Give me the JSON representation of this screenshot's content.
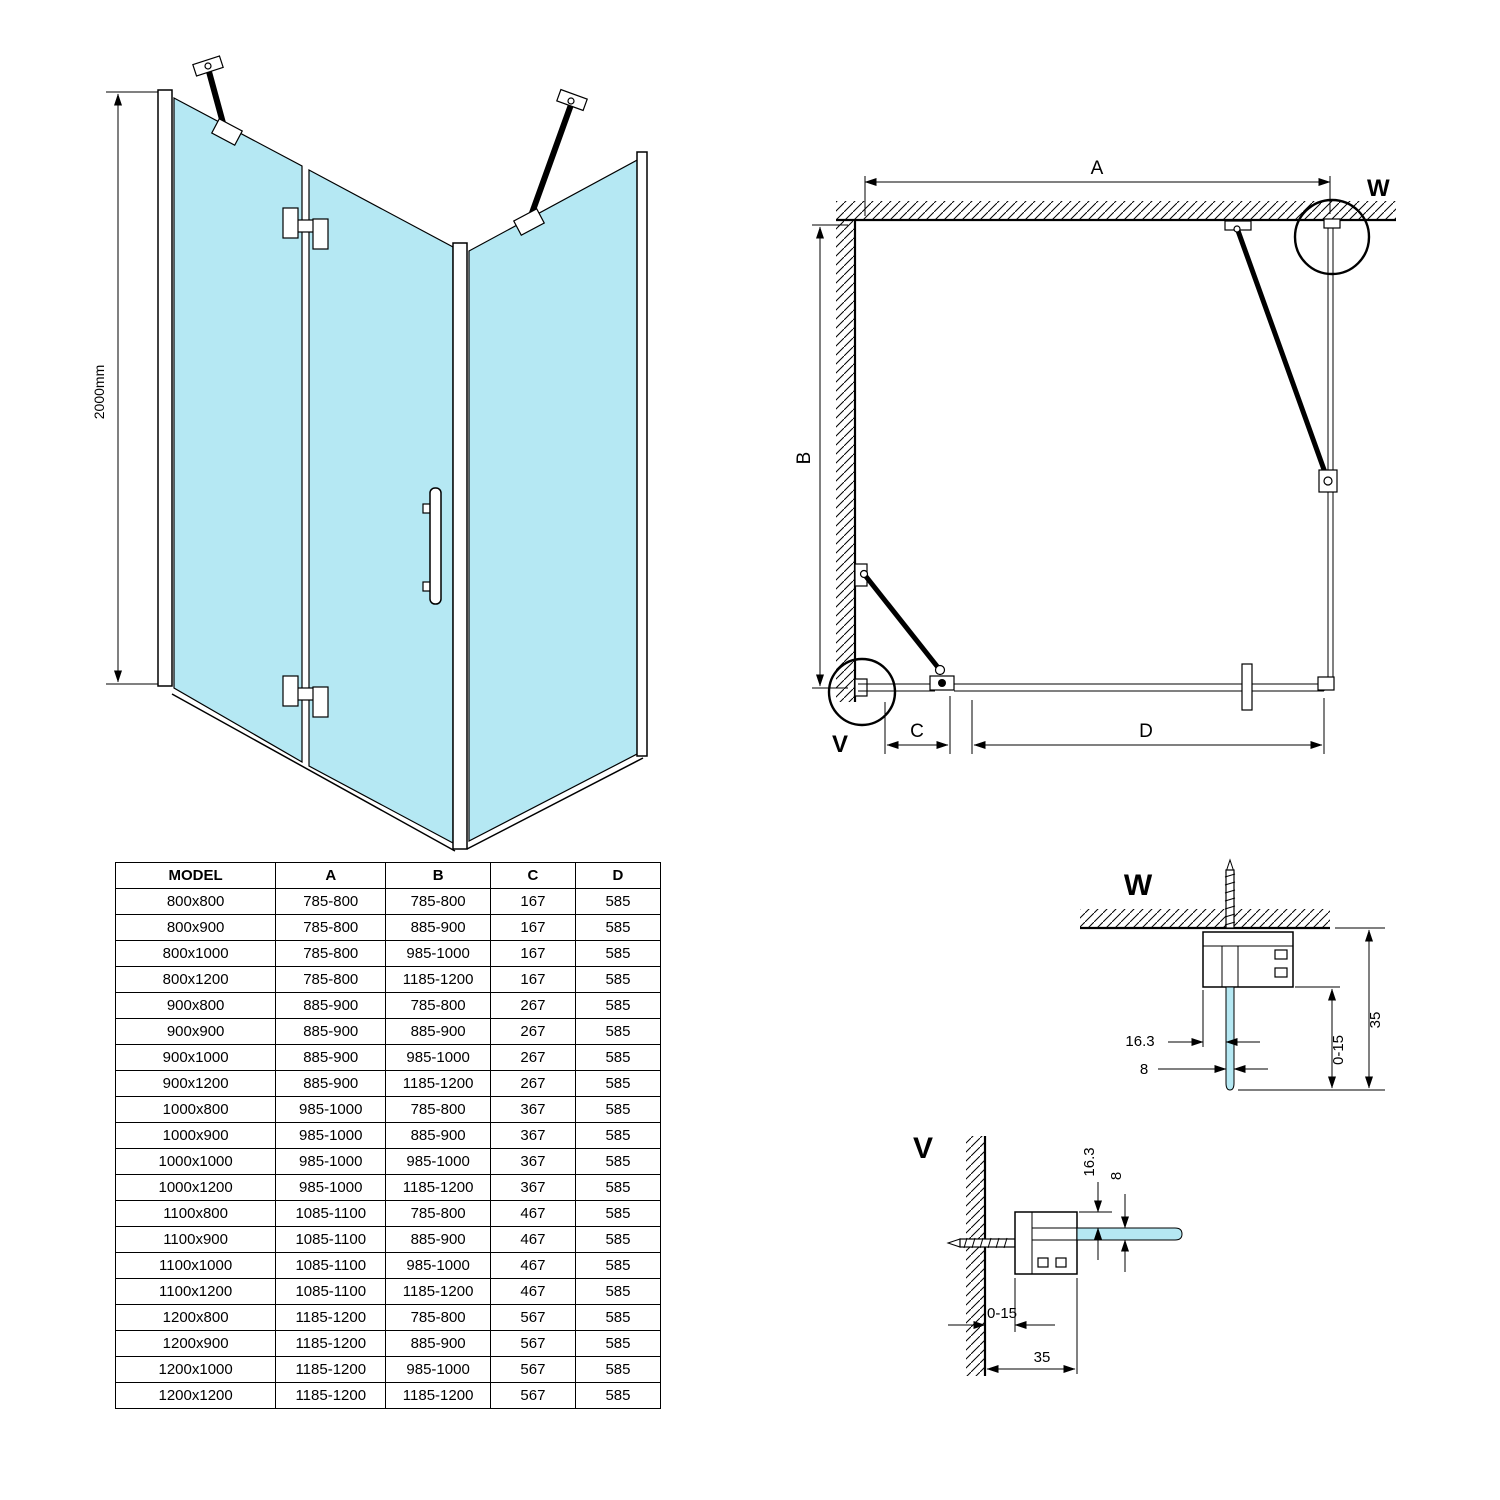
{
  "colors": {
    "glass": "#b5e8f3",
    "line": "#000000"
  },
  "iso_view": {
    "height_label": "2000mm"
  },
  "plan_view": {
    "dim_a": "A",
    "dim_b": "B",
    "dim_c": "C",
    "dim_d": "D",
    "detail_w_label": "W",
    "detail_v_label": "V"
  },
  "detail_w": {
    "title": "W",
    "glass_offset": "16.3",
    "glass_thickness": "8",
    "adjust_range": "0-15",
    "profile_height": "35"
  },
  "detail_v": {
    "title": "V",
    "glass_offset": "16.3",
    "glass_thickness": "8",
    "adjust_range": "0-15",
    "profile_height": "35"
  },
  "table": {
    "headers": [
      "MODEL",
      "A",
      "B",
      "C",
      "D"
    ],
    "rows": [
      [
        "800x800",
        "785-800",
        "785-800",
        "167",
        "585"
      ],
      [
        "800x900",
        "785-800",
        "885-900",
        "167",
        "585"
      ],
      [
        "800x1000",
        "785-800",
        "985-1000",
        "167",
        "585"
      ],
      [
        "800x1200",
        "785-800",
        "1185-1200",
        "167",
        "585"
      ],
      [
        "900x800",
        "885-900",
        "785-800",
        "267",
        "585"
      ],
      [
        "900x900",
        "885-900",
        "885-900",
        "267",
        "585"
      ],
      [
        "900x1000",
        "885-900",
        "985-1000",
        "267",
        "585"
      ],
      [
        "900x1200",
        "885-900",
        "1185-1200",
        "267",
        "585"
      ],
      [
        "1000x800",
        "985-1000",
        "785-800",
        "367",
        "585"
      ],
      [
        "1000x900",
        "985-1000",
        "885-900",
        "367",
        "585"
      ],
      [
        "1000x1000",
        "985-1000",
        "985-1000",
        "367",
        "585"
      ],
      [
        "1000x1200",
        "985-1000",
        "1185-1200",
        "367",
        "585"
      ],
      [
        "1100x800",
        "1085-1100",
        "785-800",
        "467",
        "585"
      ],
      [
        "1100x900",
        "1085-1100",
        "885-900",
        "467",
        "585"
      ],
      [
        "1100x1000",
        "1085-1100",
        "985-1000",
        "467",
        "585"
      ],
      [
        "1100x1200",
        "1085-1100",
        "1185-1200",
        "467",
        "585"
      ],
      [
        "1200x800",
        "1185-1200",
        "785-800",
        "567",
        "585"
      ],
      [
        "1200x900",
        "1185-1200",
        "885-900",
        "567",
        "585"
      ],
      [
        "1200x1000",
        "1185-1200",
        "985-1000",
        "567",
        "585"
      ],
      [
        "1200x1200",
        "1185-1200",
        "1185-1200",
        "567",
        "585"
      ]
    ]
  }
}
